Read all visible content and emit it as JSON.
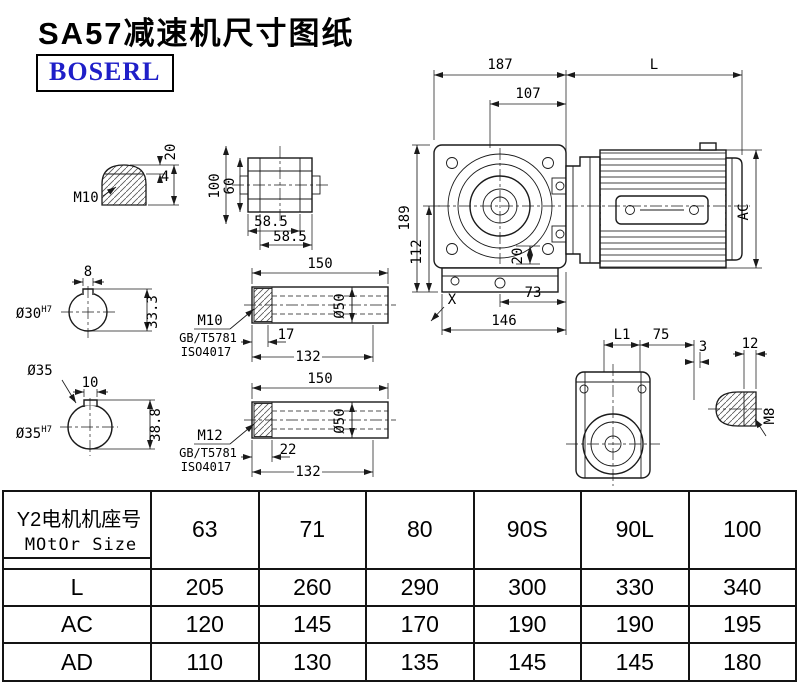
{
  "page": {
    "title": "SA57减速机尺寸图纸",
    "brand": "BOSERL",
    "colors": {
      "brand_blue": "#1f1fc8",
      "line": "#1a1a1a"
    }
  },
  "main_view": {
    "len_187": "187",
    "len_L": "L",
    "len_107": "107",
    "h_189": "189",
    "h_112": "112",
    "h_20": "20",
    "w_73": "73",
    "w_146": "146",
    "view_x": "X",
    "dia_AC": "AC"
  },
  "top_view": {
    "len_L1": "L1",
    "len_75": "75",
    "gap_3": "3",
    "depth_12": "12",
    "thread_M8": "M8"
  },
  "key_section": {
    "thread_M10": "M10",
    "h_4": "4",
    "w_20": "20"
  },
  "hub_view": {
    "h_100": "100",
    "h_60": "60",
    "w_58a": "58.5",
    "w_58b": "58.5"
  },
  "bore30": {
    "key_w": "8",
    "dia": "Ø30",
    "tol": "H7",
    "depth": "33.3"
  },
  "bore35": {
    "key_w": "10",
    "dia_out": "Ø35",
    "dia": "Ø35",
    "tol": "H7",
    "depth": "38.8"
  },
  "shaft1": {
    "len": "150",
    "thread": "M10",
    "std1": "GB/T5781",
    "std2": "ISO4017",
    "step": "17",
    "bore_len": "132",
    "dia": "Ø50"
  },
  "shaft2": {
    "len": "150",
    "thread": "M12",
    "std1": "GB/T5781",
    "std2": "ISO4017",
    "step": "22",
    "bore_len": "132",
    "dia": "Ø50"
  },
  "table": {
    "header": {
      "label_cn": "Y2电机机座号",
      "label_en": "MOtOr Size",
      "values": [
        "63",
        "71",
        "80",
        "90S",
        "90L",
        "100"
      ]
    },
    "rows": [
      {
        "label": "L",
        "values": [
          "205",
          "260",
          "290",
          "300",
          "330",
          "340"
        ]
      },
      {
        "label": "AC",
        "values": [
          "120",
          "145",
          "170",
          "190",
          "190",
          "195"
        ]
      },
      {
        "label": "AD",
        "values": [
          "110",
          "130",
          "135",
          "145",
          "145",
          "180"
        ]
      }
    ]
  }
}
